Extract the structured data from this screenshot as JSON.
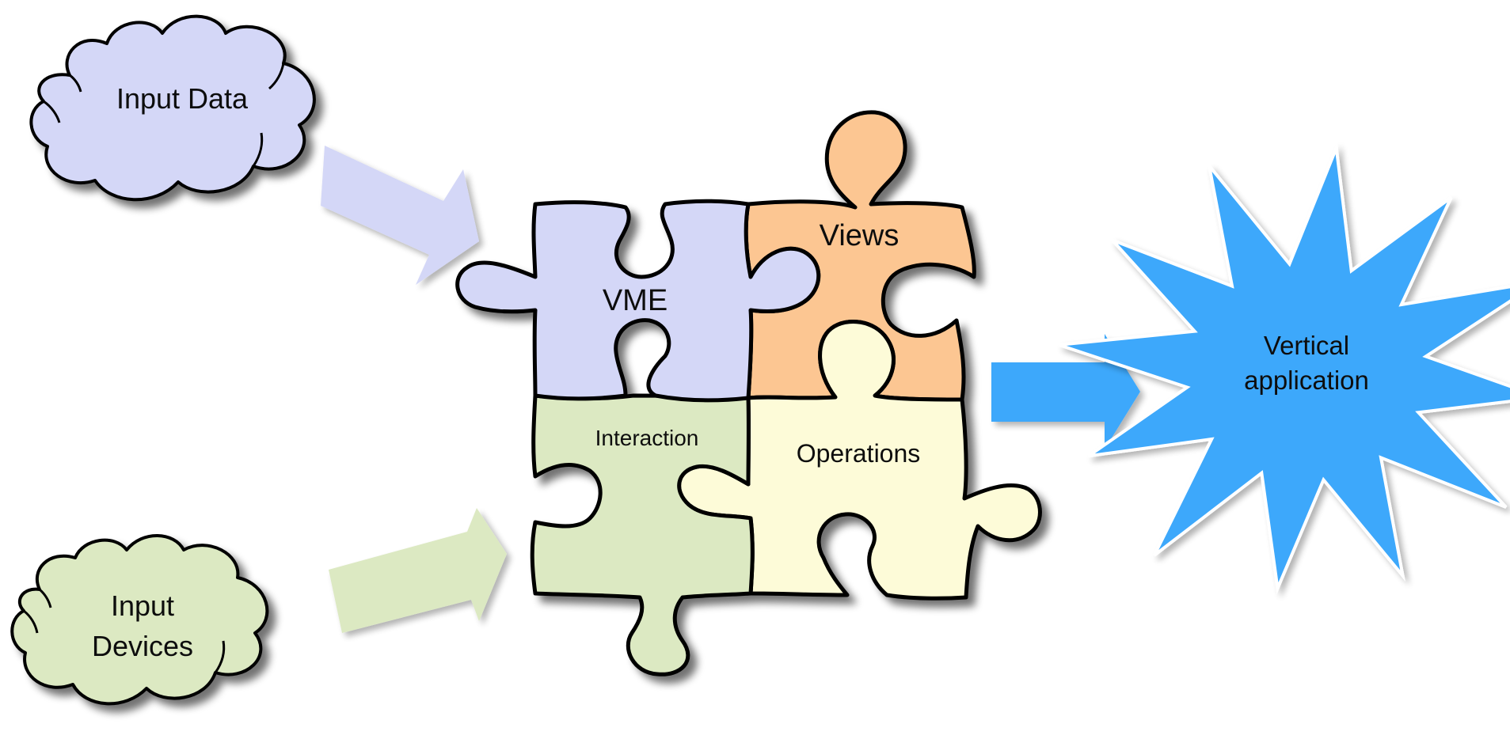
{
  "nodes": {
    "input_data": {
      "label": "Input Data",
      "color": "#d4d7f7"
    },
    "input_devices": {
      "label_line1": "Input",
      "label_line2": "Devices",
      "color": "#dce9c2"
    },
    "vme": {
      "label": "VME",
      "color": "#d4d7f7"
    },
    "views": {
      "label": "Views",
      "color": "#fcc692"
    },
    "interaction": {
      "label": "Interaction",
      "color": "#dce9c2"
    },
    "operations": {
      "label": "Operations",
      "color": "#fdfbd8"
    },
    "vertical_application": {
      "label_line1": "Vertical",
      "label_line2": "application",
      "color": "#3ea8fb"
    }
  },
  "arrows": {
    "data_arrow": {
      "color": "#d4d7f7"
    },
    "devices_arrow": {
      "color": "#dce9c2"
    },
    "output_arrow": {
      "color": "#3ea8fb"
    }
  },
  "outline_color": "#000000"
}
